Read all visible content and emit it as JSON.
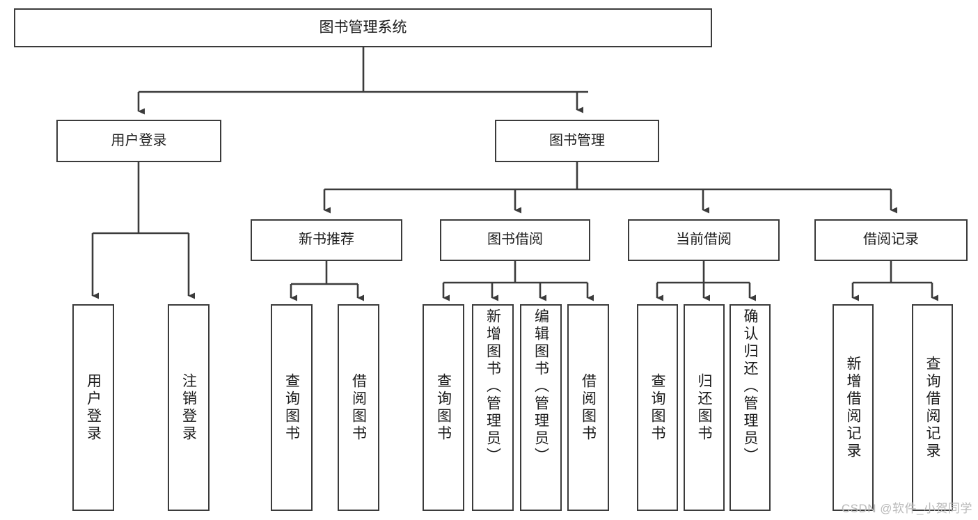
{
  "diagram": {
    "title": "图书管理系统",
    "type": "tree",
    "root": {
      "label": "图书管理系统"
    },
    "level1": [
      {
        "label": "用户登录"
      },
      {
        "label": "图书管理"
      }
    ],
    "level2": [
      {
        "label": "新书推荐"
      },
      {
        "label": "图书借阅"
      },
      {
        "label": "当前借阅"
      },
      {
        "label": "借阅记录"
      }
    ],
    "leaves": {
      "user_login": [
        {
          "label": "用户登录"
        },
        {
          "label": "注销登录"
        }
      ],
      "new_book_recommend": [
        {
          "label": "查询图书"
        },
        {
          "label": "借阅图书"
        }
      ],
      "book_borrow": [
        {
          "label": "查询图书"
        },
        {
          "label": "新增图书（管理员）"
        },
        {
          "label": "编辑图书（管理员）"
        },
        {
          "label": "借阅图书"
        }
      ],
      "current_borrow": [
        {
          "label": "查询图书"
        },
        {
          "label": "归还图书"
        },
        {
          "label": "确认归还（管理员）"
        }
      ],
      "borrow_record": [
        {
          "label": "新增借阅记录"
        },
        {
          "label": "查询借阅记录"
        }
      ]
    }
  },
  "watermark": {
    "text": "CSDN @软件_小贺同学"
  },
  "colors": {
    "stroke": "#3b3b3b",
    "fill": "#ffffff",
    "text": "#1b1b1b",
    "watermark": "#b9b9b9"
  }
}
